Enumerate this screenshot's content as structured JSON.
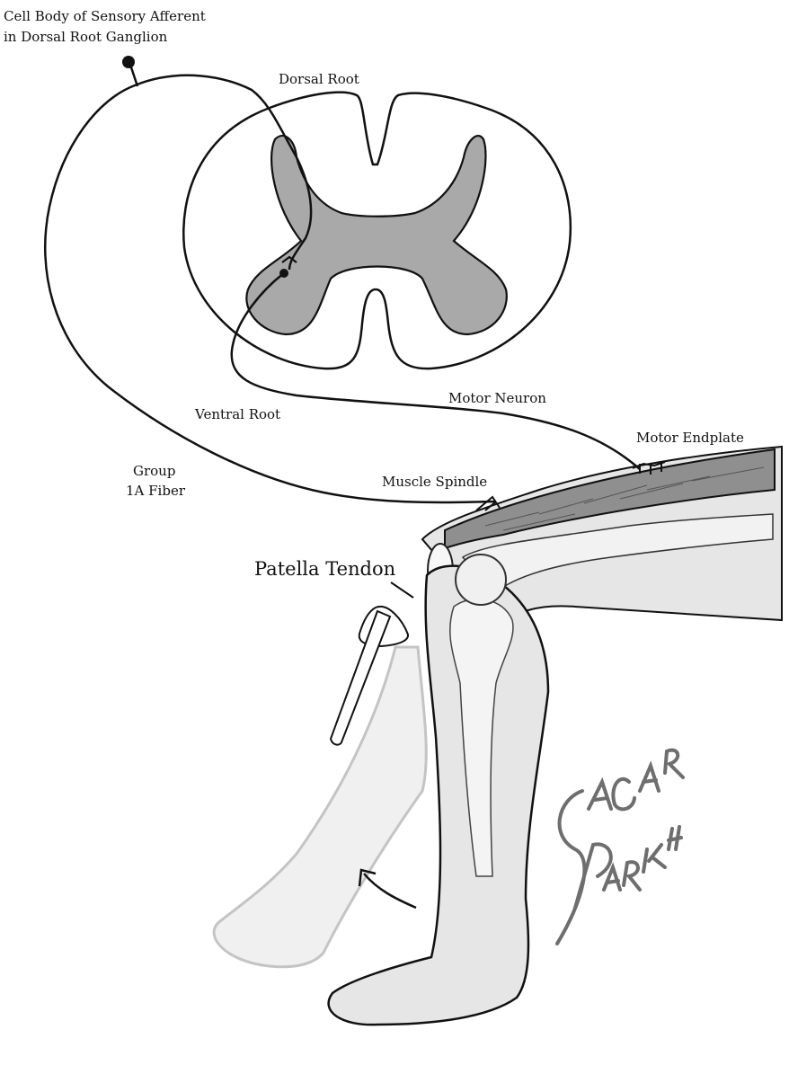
{
  "labels": {
    "cell_body_line1": "Cell Body of Sensory Afferent",
    "cell_body_line2": "in Dorsal Root Ganglion",
    "dorsal_root": "Dorsal Root",
    "ventral_root": "Ventral Root",
    "motor_neuron": "Motor Neuron",
    "motor_endplate": "Motor Endplate",
    "group_line1": "Group",
    "group_line2": "1A Fiber",
    "muscle_spindle": "Muscle Spindle",
    "patella_tendon": "Patella Tendon"
  },
  "signature": {
    "line1": "SAGAR",
    "line2": "PARIKH"
  },
  "colors": {
    "grey_matter": "#a9a9a9",
    "outline": "#111111",
    "muscle": "#8f8f8f",
    "skin": "#e6e6e6",
    "ghost_leg": "#f0f0f0",
    "signature": "#6e6e6e"
  }
}
